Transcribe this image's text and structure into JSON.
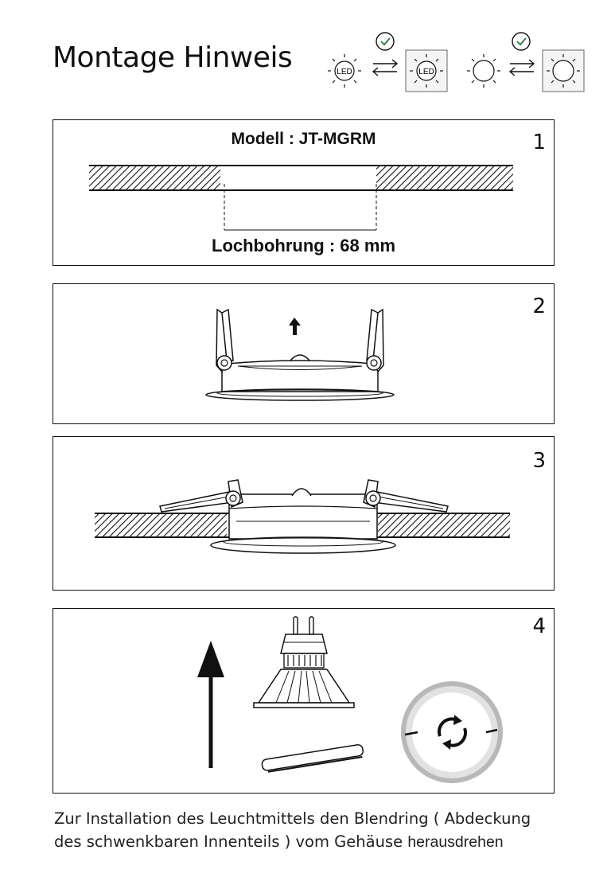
{
  "header": {
    "title": "Montage Hinweis",
    "compat_label_left": "LED",
    "compat_label_right": "LED"
  },
  "steps": [
    {
      "number": "1",
      "model_label": "Modell : JT-MGRM",
      "hole_label": "Lochbohrung : 68 mm"
    },
    {
      "number": "2"
    },
    {
      "number": "3"
    },
    {
      "number": "4"
    }
  ],
  "caption": {
    "line1": "Zur Installation des Leuchtmittels den Blendring ( Abdeckung",
    "line2a": "des schwenkbaren Innenteils ) vom Gehäuse ",
    "line2b": "herausdrehen"
  }
}
